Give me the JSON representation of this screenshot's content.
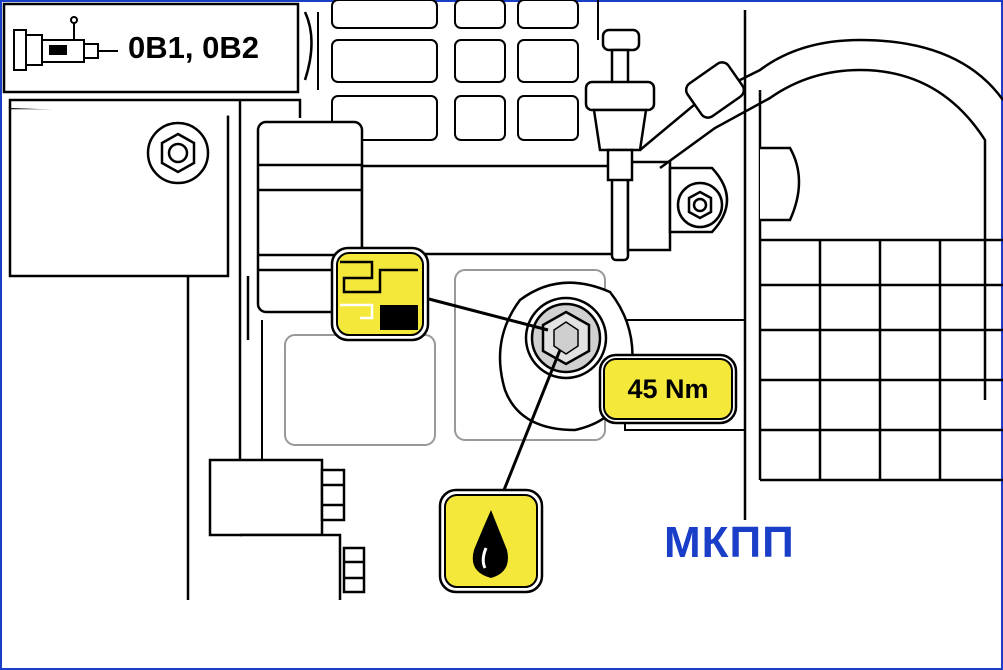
{
  "header": {
    "engine_codes": "0B1, 0B2"
  },
  "torque": {
    "value_label": "45 Nm"
  },
  "gearbox": {
    "label": "МКПП",
    "color": "#1b3ec8"
  },
  "colors": {
    "frame": "#1b3ec8",
    "badge_fill": "#f4e83a",
    "outline": "#000000",
    "part_gray": "#d0d0d0"
  },
  "icons": {
    "transmission": "transmission-icon",
    "fill_plug": "fill-plug-icon",
    "oil_drop": "oil-drop-icon"
  }
}
